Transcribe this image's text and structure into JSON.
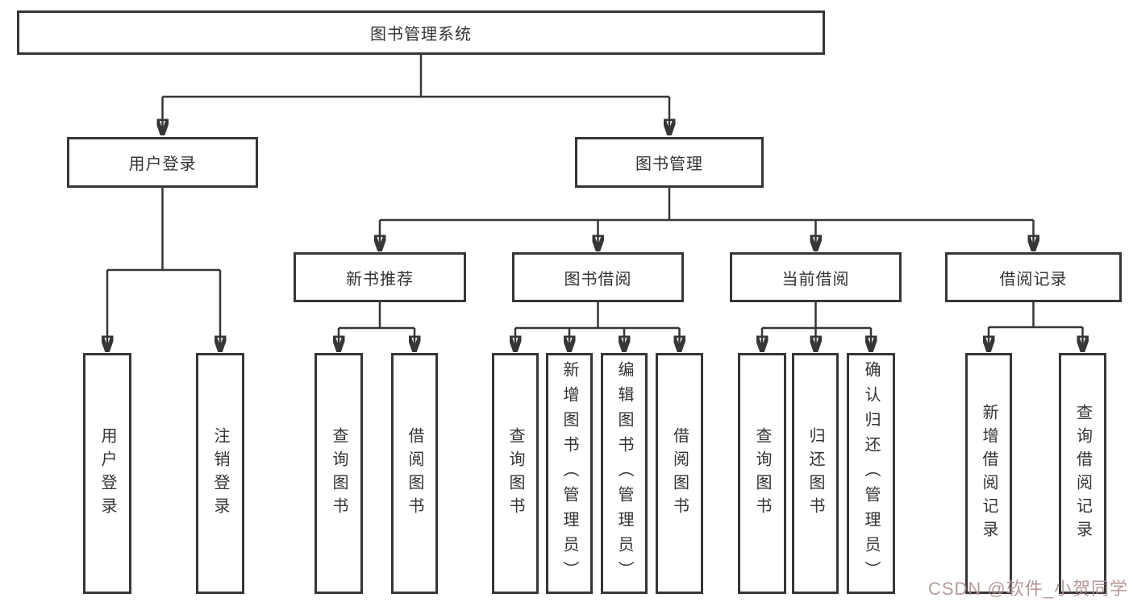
{
  "tree": {
    "label": "图书管理系统",
    "children": [
      {
        "label": "用户登录",
        "children": [
          {
            "label": "用户登录"
          },
          {
            "label": "注销登录"
          }
        ]
      },
      {
        "label": "图书管理",
        "children": [
          {
            "label": "新书推荐",
            "children": [
              {
                "label": "查询图书"
              },
              {
                "label": "借阅图书"
              }
            ]
          },
          {
            "label": "图书借阅",
            "children": [
              {
                "label": "查询图书"
              },
              {
                "label": "新增图书（管理员）"
              },
              {
                "label": "编辑图书（管理员）"
              },
              {
                "label": "借阅图书"
              }
            ]
          },
          {
            "label": "当前借阅",
            "children": [
              {
                "label": "查询图书"
              },
              {
                "label": "归还图书"
              },
              {
                "label": "确认归还（管理员）"
              }
            ]
          },
          {
            "label": "借阅记录",
            "children": [
              {
                "label": "新增借阅记录"
              },
              {
                "label": "查询借阅记录"
              }
            ]
          }
        ]
      }
    ]
  },
  "watermark": {
    "text": "CSDN @软件_小贺同学"
  },
  "colors": {
    "line": "#363636",
    "text": "#333333",
    "background": "#ffffff",
    "watermark": "#b08f8f"
  }
}
